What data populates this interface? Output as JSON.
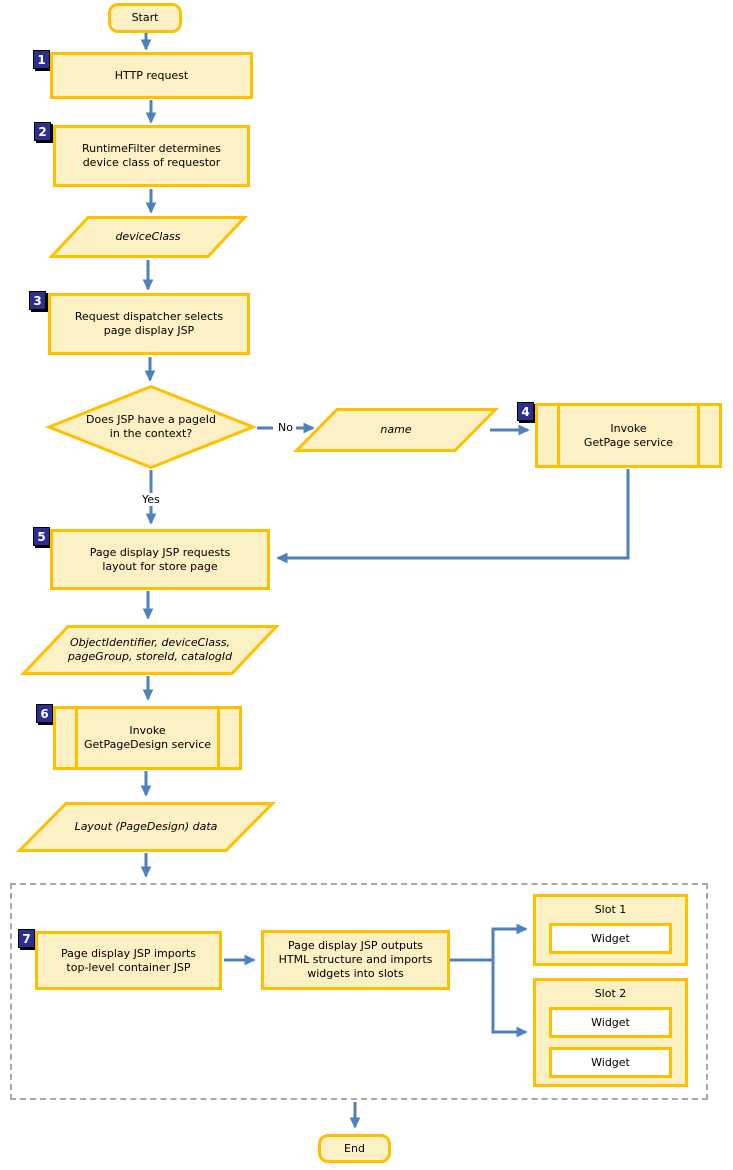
{
  "colors": {
    "shape_fill": "#FCF0C5",
    "shape_border": "#FFC000",
    "badge_background": "#2D2F8E",
    "badge_text": "#FFFFFF",
    "arrow": "#4F81BD",
    "container_dashed_border": "#A9A9A9",
    "widget_fill": "#FFFFFF"
  },
  "nodes": {
    "start": {
      "label": "Start"
    },
    "step1": {
      "badge": "1",
      "label": "HTTP request"
    },
    "step2": {
      "badge": "2",
      "label": "RuntimeFilter determines\ndevice class of requestor"
    },
    "device_class": {
      "label": "deviceClass"
    },
    "step3": {
      "badge": "3",
      "label": "Request dispatcher selects\npage display JSP"
    },
    "decision": {
      "label": "Does JSP have a pageId\nin the context?",
      "yes_label": "Yes",
      "no_label": "No"
    },
    "name_data": {
      "label": "name"
    },
    "step4": {
      "badge": "4",
      "label": "Invoke\nGetPage service"
    },
    "step5": {
      "badge": "5",
      "label": "Page display JSP requests\nlayout for store page"
    },
    "request_params": {
      "label": "ObjectIdentifier, deviceClass,\npageGroup, storeId, catalogId"
    },
    "step6": {
      "badge": "6",
      "label": "Invoke\nGetPageDesign service"
    },
    "layout_data": {
      "label": "Layout (PageDesign) data"
    },
    "step7": {
      "badge": "7",
      "label": "Page display JSP imports\ntop-level container JSP"
    },
    "step8": {
      "label": "Page display JSP outputs\nHTML structure and imports\nwidgets into slots"
    },
    "slot1": {
      "title": "Slot 1",
      "widgets": [
        "Widget"
      ]
    },
    "slot2": {
      "title": "Slot 2",
      "widgets": [
        "Widget",
        "Widget"
      ]
    },
    "end": {
      "label": "End"
    }
  }
}
